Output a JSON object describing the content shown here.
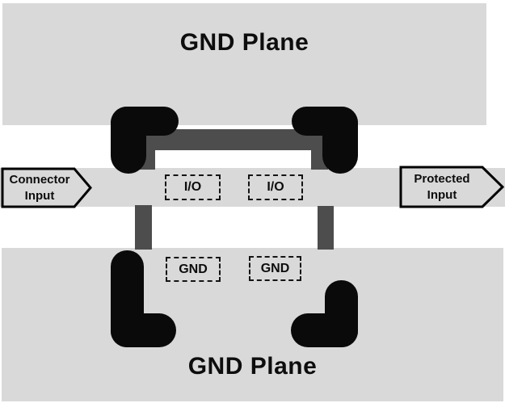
{
  "diagram": {
    "title_hint": "PCB ESD protection layout diagram",
    "top_plane": {
      "label": "GND Plane"
    },
    "bottom_plane": {
      "label": "GND Plane"
    },
    "left_arrow": {
      "label": "Connector\nInput"
    },
    "right_arrow": {
      "label": "Protected\nInput"
    },
    "io_pads": [
      {
        "label": "I/O"
      },
      {
        "label": "I/O"
      }
    ],
    "gnd_pads": [
      {
        "label": "GND"
      },
      {
        "label": "GND"
      }
    ],
    "colors": {
      "plane": "#d9d9d9",
      "trace": "#d9d9d9",
      "via_black": "#0a0a0a",
      "strap_dark": "#4d4d4d",
      "outline": "#000000",
      "background": "#ffffff"
    }
  }
}
